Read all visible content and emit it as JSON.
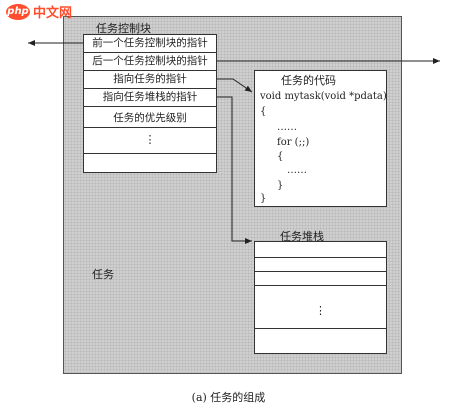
{
  "watermark": {
    "logo_text": "php",
    "site_text": "中文网"
  },
  "task": {
    "label": "任务"
  },
  "tcb": {
    "title": "任务控制块",
    "rows": [
      "前一个任务控制块的指针",
      "后一个任务控制块的指针",
      "指向任务的指针",
      "指向任务堆栈的指针",
      "任务的优先级别"
    ],
    "ellipsis": "⋮"
  },
  "code": {
    "title": "任务的代码",
    "lines": [
      "void mytask(void *pdata)",
      "{",
      "……",
      "for (;;)",
      "{",
      "……",
      "}",
      "}"
    ]
  },
  "stack": {
    "title": "任务堆栈",
    "ellipsis": "⋮"
  },
  "caption": "(a) 任务的组成"
}
